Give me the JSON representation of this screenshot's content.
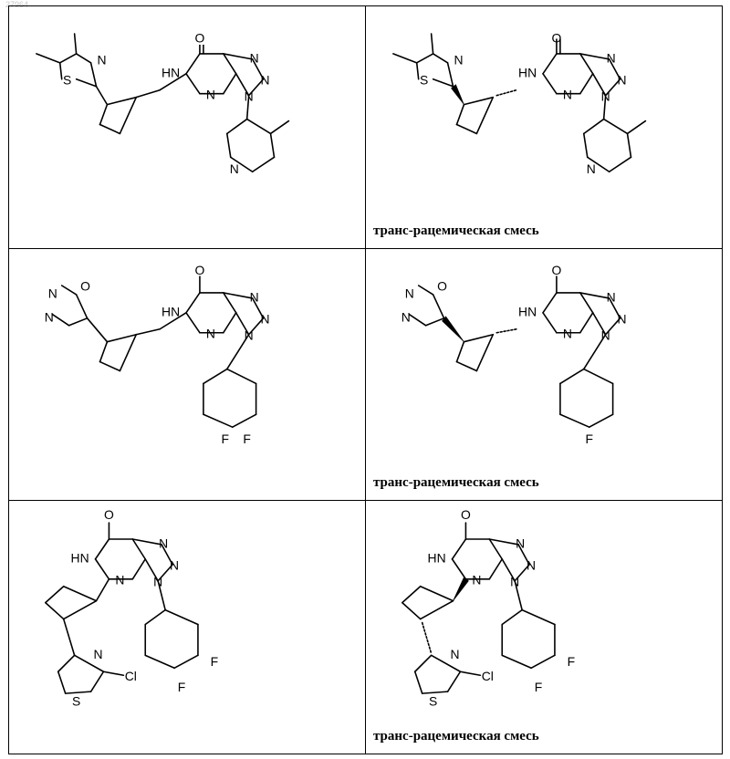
{
  "page_number": "27964",
  "cells": [
    {
      "caption": ""
    },
    {
      "caption": "транс-рацемическая смесь"
    },
    {
      "caption": ""
    },
    {
      "caption": "транс-рацемическая смесь"
    },
    {
      "caption": ""
    },
    {
      "caption": "транс-рацемическая смесь"
    }
  ],
  "atoms": {
    "O": "O",
    "N": "N",
    "NH": "H",
    "S": "S",
    "F": "F",
    "Cl": "Cl"
  },
  "hn_label": "HN"
}
